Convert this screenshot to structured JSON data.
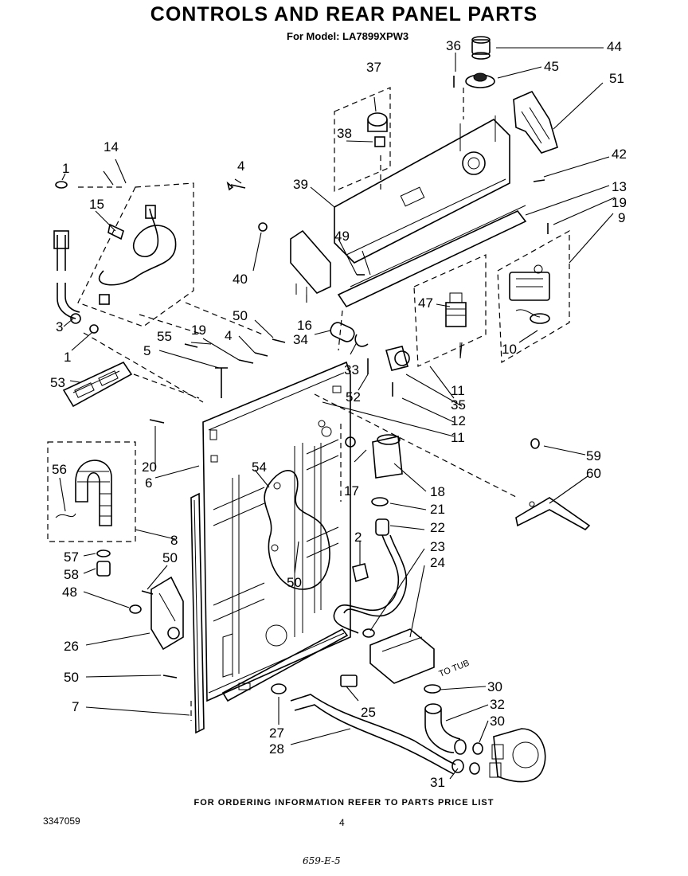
{
  "header": {
    "title": "CONTROLS AND REAR PANEL PARTS",
    "subtitle": "For Model: LA7899XPW3"
  },
  "footer": {
    "ordering_note": "FOR ORDERING INFORMATION REFER TO PARTS PRICE LIST",
    "document_number": "3347059",
    "page_number": "4",
    "handwritten_code": "659-E-5"
  },
  "annotations": {
    "to_tub": "TO TUB"
  },
  "callouts": {
    "c1a": "1",
    "c1b": "1",
    "c2": "2",
    "c3": "3",
    "c4a": "4",
    "c4b": "4",
    "c5": "5",
    "c6": "6",
    "c7": "7",
    "c8": "8",
    "c9": "9",
    "c10": "10",
    "c11a": "11",
    "c11b": "11",
    "c12": "12",
    "c13": "13",
    "c14": "14",
    "c15": "15",
    "c16": "16",
    "c17": "17",
    "c18": "18",
    "c19a": "19",
    "c19b": "19",
    "c20": "20",
    "c21": "21",
    "c22": "22",
    "c23": "23",
    "c24": "24",
    "c25": "25",
    "c26": "26",
    "c27": "27",
    "c28": "28",
    "c30a": "30",
    "c30b": "30",
    "c31": "31",
    "c32": "32",
    "c33": "33",
    "c34": "34",
    "c35": "35",
    "c36": "36",
    "c37": "37",
    "c38": "38",
    "c39": "39",
    "c40": "40",
    "c42": "42",
    "c44": "44",
    "c45": "45",
    "c47": "47",
    "c48": "48",
    "c49": "49",
    "c50a": "50",
    "c50b": "50",
    "c50c": "50",
    "c50d": "50",
    "c51": "51",
    "c52": "52",
    "c53": "53",
    "c54": "54",
    "c55": "55",
    "c56": "56",
    "c57": "57",
    "c58": "58",
    "c59": "59",
    "c60": "60"
  }
}
